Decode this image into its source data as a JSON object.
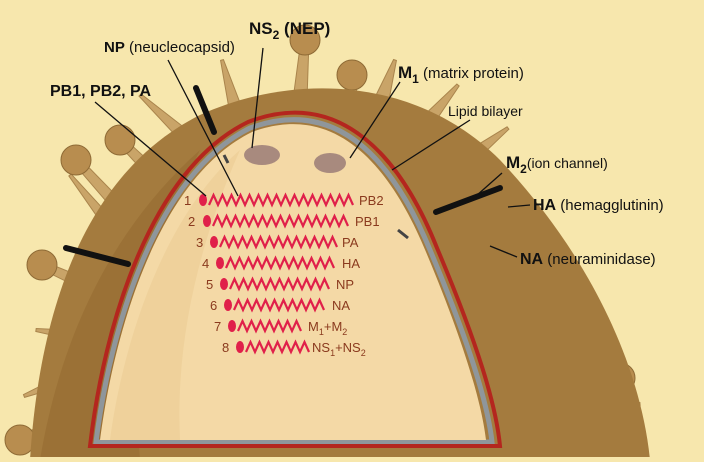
{
  "colors": {
    "background": "#f7e7ad",
    "envelope": "#a47b3e",
    "envelope_dark": "#7a5626",
    "spike": "#c9a468",
    "interior": "#f4d9a6",
    "membrane_red": "#b4261e",
    "membrane_grey": "#8f969b",
    "rna": "#e0204a",
    "text": "#111111",
    "segment_text": "#8a3a1e"
  },
  "labels": {
    "ns2": {
      "main": "NS",
      "sub": "2",
      "rest": " (NEP)"
    },
    "np": {
      "bold": "NP",
      "rest": " (neucleocapsid)"
    },
    "pb": "PB1, PB2, PA",
    "m1": {
      "main": "M",
      "sub": "1",
      "rest": " (matrix protein)"
    },
    "lipid": "Lipid bilayer",
    "m2": {
      "main": "M",
      "sub": "2",
      "rest": "(ion channel)"
    },
    "ha": {
      "bold": "HA",
      "rest": "  (hemagglutinin)"
    },
    "na": {
      "bold": "NA",
      "rest": " (neuraminidase)"
    }
  },
  "segments": [
    {
      "num": "1",
      "name": "PB2"
    },
    {
      "num": "2",
      "name": "PB1"
    },
    {
      "num": "3",
      "name": "PA"
    },
    {
      "num": "4",
      "name": "HA"
    },
    {
      "num": "5",
      "name": "NP"
    },
    {
      "num": "6",
      "name": "NA"
    },
    {
      "num": "7",
      "name": "M",
      "sub1": "1",
      "plus": "+M",
      "sub2": "2"
    },
    {
      "num": "8",
      "name": "NS",
      "sub1": "1",
      "plus": "+NS",
      "sub2": "2"
    }
  ],
  "icons": {
    "virion": "influenza-virion-illustration",
    "spike_ha": "hemagglutinin-spike-icon",
    "spike_na": "neuraminidase-spike-icon",
    "ion_channel": "m2-channel-icon"
  }
}
